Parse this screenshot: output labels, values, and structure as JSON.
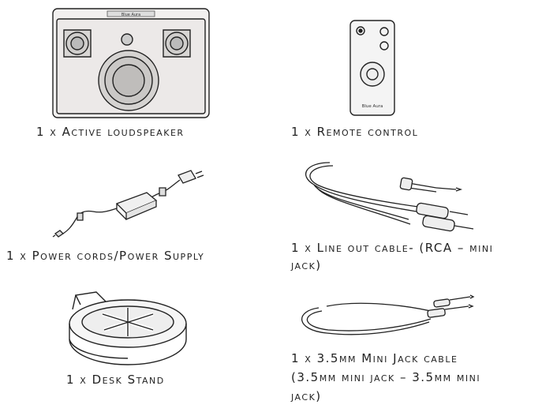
{
  "items": [
    {
      "id": "loudspeaker",
      "icon": "loudspeaker-icon",
      "caption_lines": [
        "1 x Active loudspeaker"
      ]
    },
    {
      "id": "remote",
      "icon": "remote-control-icon",
      "caption_lines": [
        "1 x Remote control"
      ]
    },
    {
      "id": "power",
      "icon": "power-supply-icon",
      "caption_lines": [
        "1 x Power cords/Power Supply"
      ]
    },
    {
      "id": "rca-cable",
      "icon": "rca-cable-icon",
      "caption_lines": [
        "1 x Line out cable- (RCA – mini",
        "jack)"
      ]
    },
    {
      "id": "stand",
      "icon": "desk-stand-icon",
      "caption_lines": [
        "1 x Desk Stand"
      ]
    },
    {
      "id": "jack-cable",
      "icon": "mini-jack-cable-icon",
      "caption_lines": [
        "1 x 3.5mm Mini Jack cable",
        "(3.5mm mini jack – 3.5mm mini",
        "jack)"
      ]
    }
  ],
  "remote_brand": "Blue Aura",
  "speaker_brand": "Blue Aura"
}
